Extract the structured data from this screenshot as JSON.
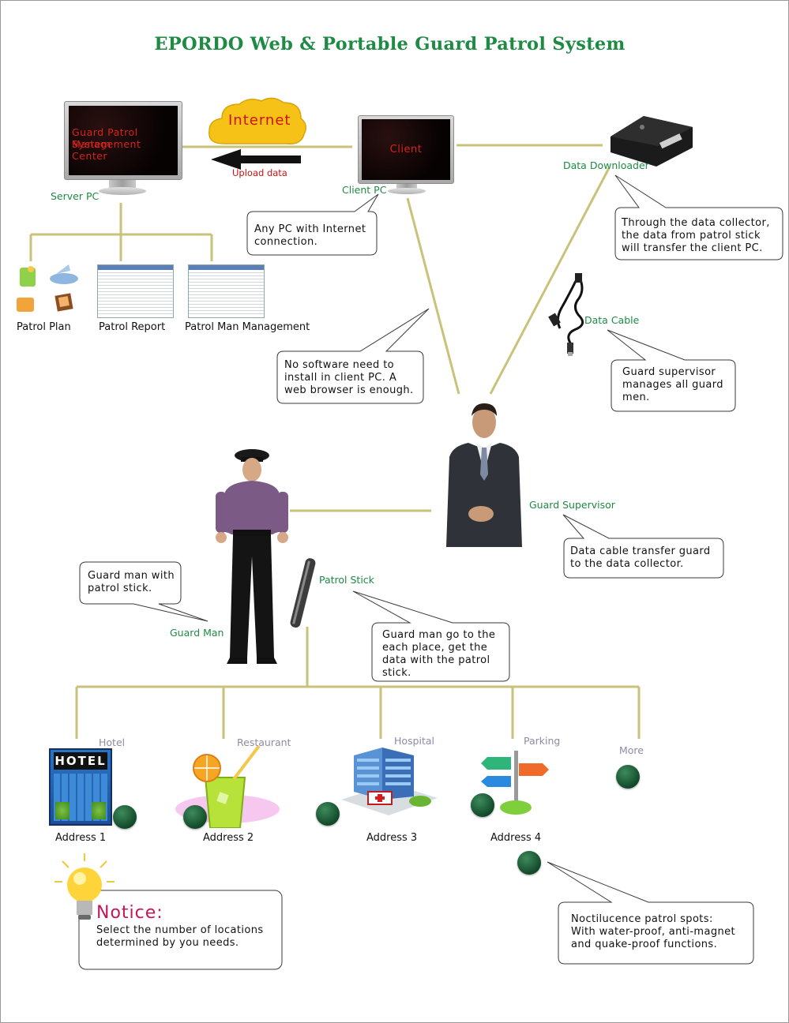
{
  "title": "EPORDO Web & Portable Guard Patrol System",
  "server": {
    "screen_line1": "Guard Patrol System",
    "screen_line2": "Management Center",
    "label": "Server PC"
  },
  "internet": {
    "cloud_label": "Internet",
    "upload_label": "Upload data"
  },
  "client": {
    "screen_text": "Client",
    "label": "Client PC"
  },
  "downloader": {
    "label": "Data Downloader"
  },
  "modules": [
    {
      "label": "Patrol Plan"
    },
    {
      "label": "Patrol Report"
    },
    {
      "label": "Patrol Man Management"
    }
  ],
  "data_cable": {
    "label": "Data Cable"
  },
  "guard_supervisor": {
    "label": "Guard Supervisor"
  },
  "guard_man": {
    "label": "Guard Man"
  },
  "patrol_stick": {
    "label": "Patrol Stick"
  },
  "bubbles": {
    "any_pc": "Any PC with Internet\nconnection.",
    "through_collector": "Through the data collector,\nthe data from patrol stick\nwill transfer the client PC.",
    "no_software": "No software need to\ninstall in client PC. A\nweb browser is enough.",
    "supervisor_manages": "Guard supervisor\nmanages all guard\nmen.",
    "cable_transfer": "Data cable transfer guard\nto the data collector.",
    "guard_with_stick": "Guard man with\npatrol stick.",
    "go_each_place": "Guard man go to the\neach place, get the\ndata with the patrol\nstick.",
    "noctilucence": "Noctilucence patrol spots:\nWith water-proof, anti-magnet\nand quake-proof functions."
  },
  "locations": [
    {
      "category": "Hotel",
      "address": "Address 1",
      "sign": "HOTEL"
    },
    {
      "category": "Restaurant",
      "address": "Address 2"
    },
    {
      "category": "Hospital",
      "address": "Address 3"
    },
    {
      "category": "Parking",
      "address": "Address 4"
    },
    {
      "category": "More"
    }
  ],
  "notice": {
    "title": "Notice:",
    "text": "Select the number of locations\ndetermined by you needs."
  },
  "colors": {
    "title_green": "#1e8a43",
    "connector_olive": "#c9c27a",
    "alert_red": "#d4241c",
    "notice_pink": "#c2185b",
    "spot_green": "#1a5a34"
  },
  "icons": {
    "server": "monitor-icon",
    "client": "monitor-icon",
    "internet": "cloud-icon",
    "upload": "arrow-left-icon",
    "downloader": "data-collector-icon",
    "cable": "usb-cable-icon",
    "patrol_stick": "patrol-stick-icon",
    "notice": "lightbulb-icon",
    "spot": "patrol-spot-icon"
  }
}
